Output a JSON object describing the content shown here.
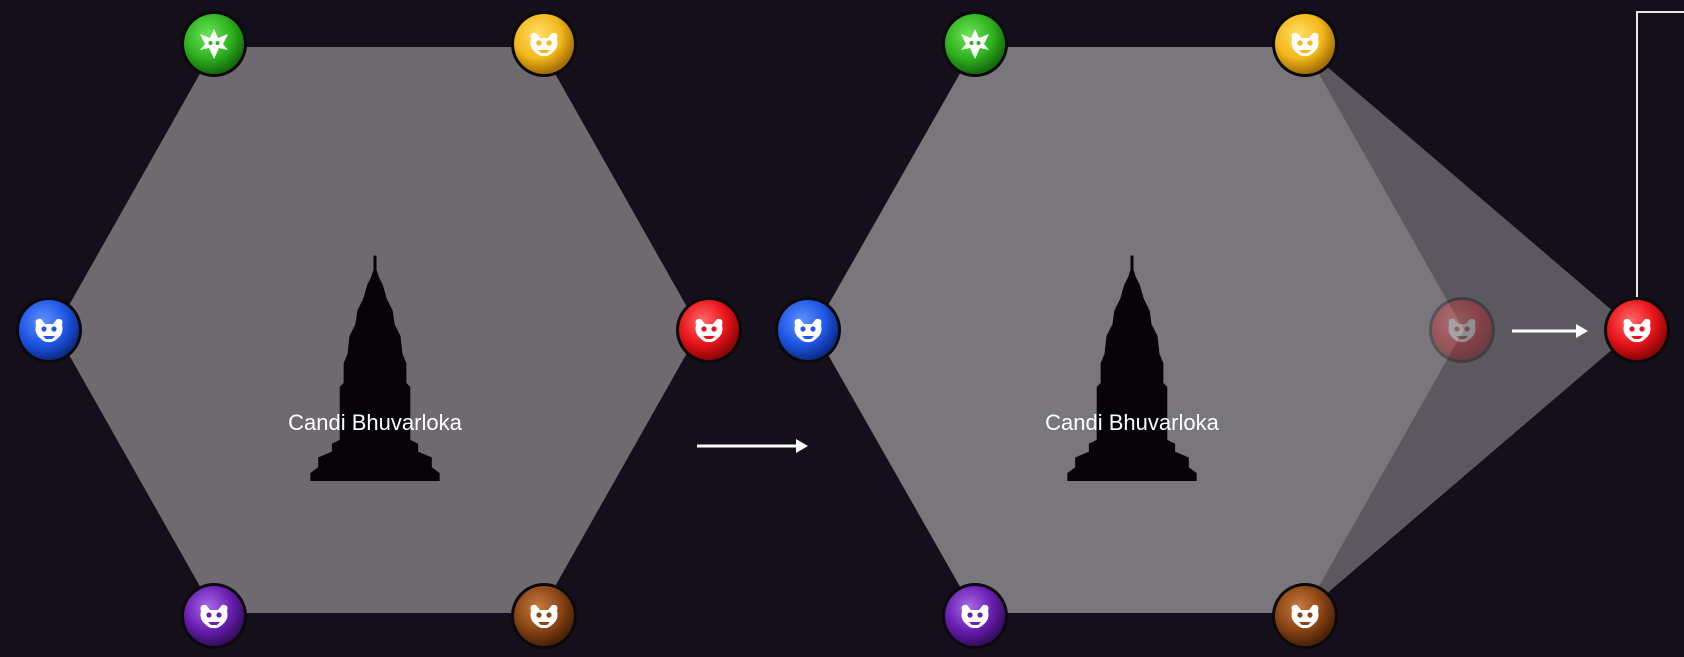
{
  "panels": [
    {
      "id": "before",
      "temple_label": "Candi Bhuvarloka",
      "tokens": [
        {
          "slot": "top-left",
          "color": "#2fb31f",
          "icon": "garuda-icon"
        },
        {
          "slot": "top-right",
          "color": "#f3b81a",
          "icon": "lion-mask-icon"
        },
        {
          "slot": "left",
          "color": "#1f57e6",
          "icon": "garuda-mask-icon"
        },
        {
          "slot": "right",
          "color": "#e8141a",
          "icon": "demon-mask-icon"
        },
        {
          "slot": "bottom-left",
          "color": "#6a1fb1",
          "icon": "monkey-mask-icon"
        },
        {
          "slot": "bottom-right",
          "color": "#8a4415",
          "icon": "rangda-mask-icon"
        }
      ]
    },
    {
      "id": "after",
      "temple_label": "Candi Bhuvarloka",
      "tokens": [
        {
          "slot": "top-left",
          "color": "#2fb31f",
          "icon": "garuda-icon"
        },
        {
          "slot": "top-right",
          "color": "#f3b81a",
          "icon": "lion-mask-icon"
        },
        {
          "slot": "left",
          "color": "#1f57e6",
          "icon": "garuda-mask-icon"
        },
        {
          "slot": "right-ghost",
          "color": "#e8141a",
          "icon": "demon-mask-icon",
          "state": "moved-from"
        },
        {
          "slot": "right-new",
          "color": "#e8141a",
          "icon": "demon-mask-icon",
          "state": "moved-to"
        },
        {
          "slot": "bottom-left",
          "color": "#6a1fb1",
          "icon": "monkey-mask-icon"
        },
        {
          "slot": "bottom-right",
          "color": "#8a4415",
          "icon": "rangda-mask-icon"
        }
      ]
    }
  ],
  "arrows": [
    {
      "name": "transition-arrow",
      "meaning": "before-to-after"
    },
    {
      "name": "move-arrow",
      "meaning": "red-token-moves-outward"
    }
  ],
  "colors": {
    "background": "#150e1b",
    "hexagon_fill": "#6e6a70",
    "hexagon_fill_after": "#7a777c",
    "temple_silhouette": "#050307",
    "label_text": "#ffffff",
    "connector_line": "#e8e8e8"
  }
}
